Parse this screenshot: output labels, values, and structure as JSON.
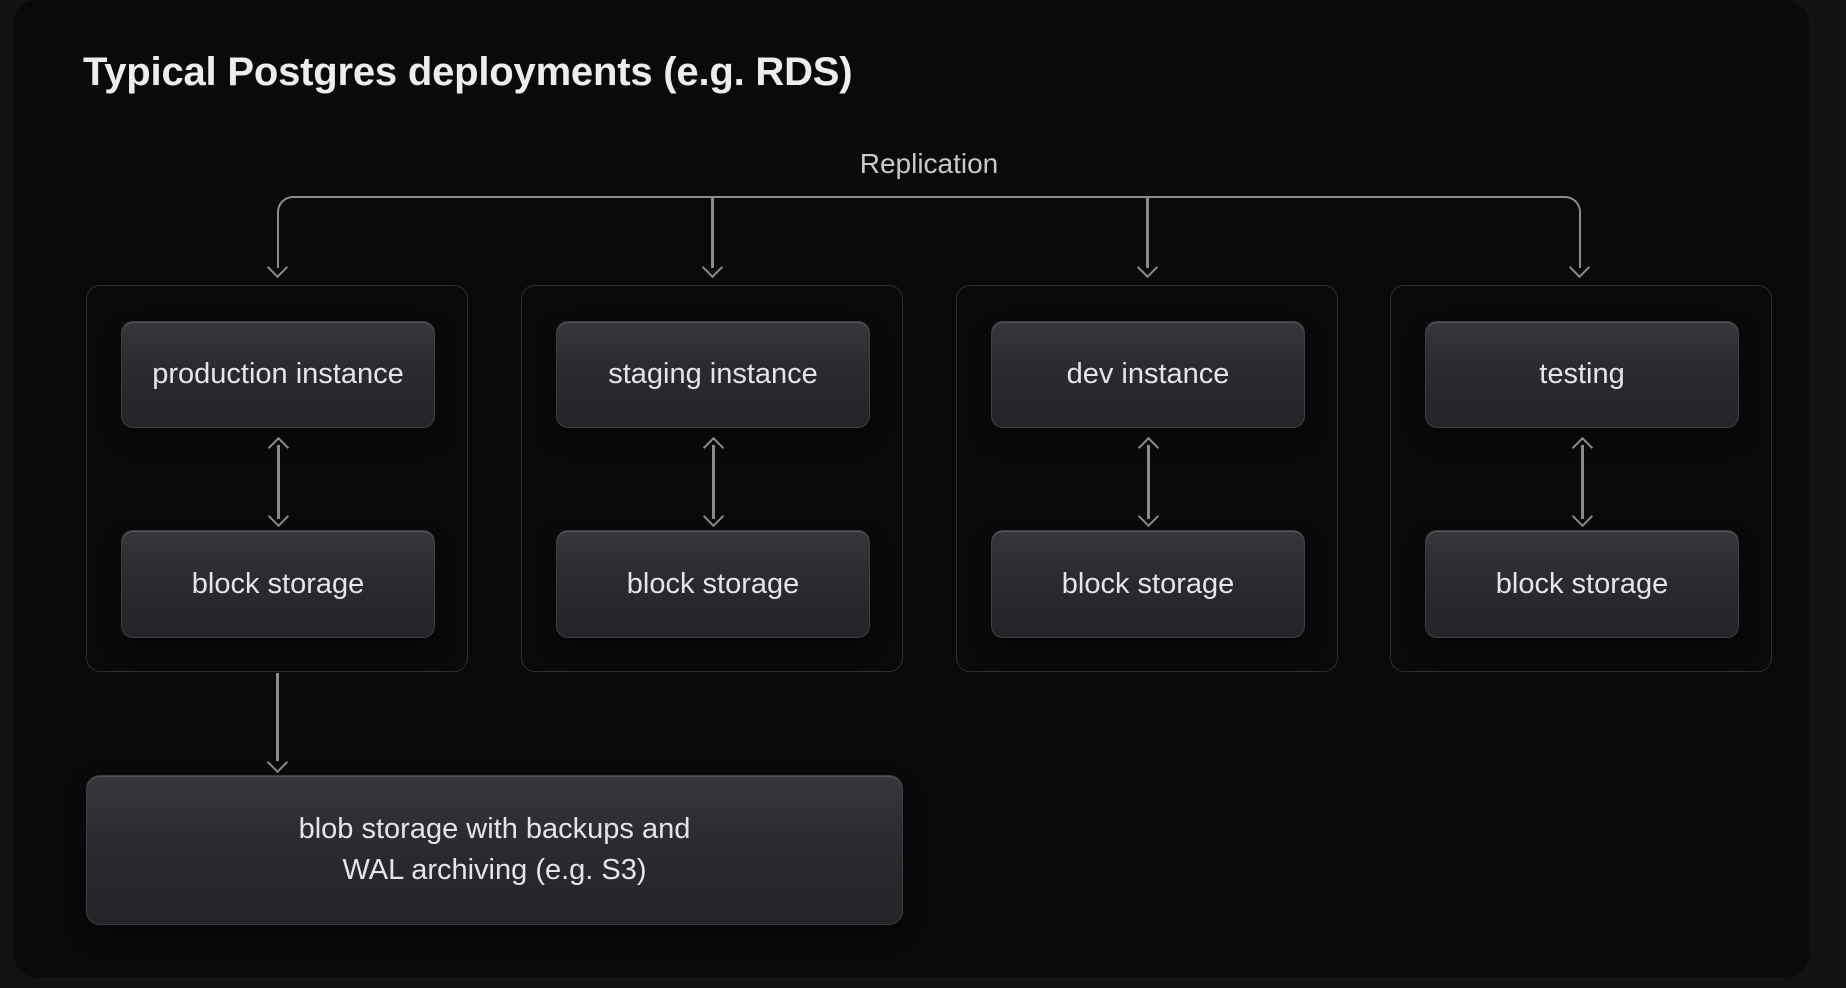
{
  "title": "Typical Postgres deployments (e.g. RDS)",
  "replication": {
    "label": "Replication"
  },
  "groups": [
    {
      "name": "production",
      "instance_label": "production instance",
      "storage_label": "block storage"
    },
    {
      "name": "staging",
      "instance_label": "staging instance",
      "storage_label": "block storage"
    },
    {
      "name": "dev",
      "instance_label": "dev instance",
      "storage_label": "block storage"
    },
    {
      "name": "testing",
      "instance_label": "testing",
      "storage_label": "block storage"
    }
  ],
  "blob_storage": {
    "line1": "blob storage with backups and",
    "line2": "WAL archiving (e.g. S3)"
  },
  "colors": {
    "background": "#121214",
    "panel": "#0a0a0b",
    "group_border": "#2e2f33",
    "line": "#8a8b91",
    "title_text": "#ededf0",
    "label_text": "#e4e5e9",
    "replication_text": "#c8c9ce",
    "node_top": "#36373c",
    "node_mid": "#2a2b30",
    "node_bottom": "#232428"
  }
}
